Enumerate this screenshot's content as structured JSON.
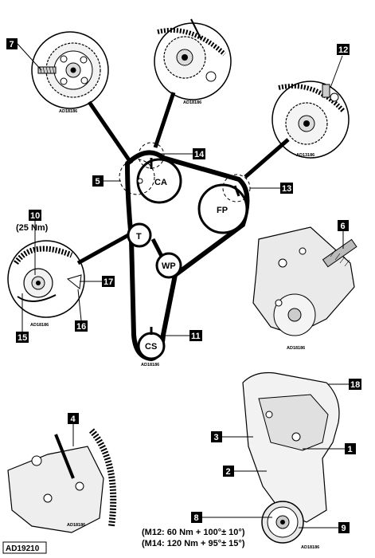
{
  "pulleys": {
    "camshaft": "CA",
    "fuel_pump": "FP",
    "tensioner": "T",
    "water_pump": "WP",
    "crankshaft": "CS"
  },
  "callouts": {
    "c1": "1",
    "c2": "2",
    "c3": "3",
    "c4": "4",
    "c5": "5",
    "c6": "6",
    "c7": "7",
    "c8": "8",
    "c9": "9",
    "c10": "10",
    "c11": "11",
    "c12": "12",
    "c13": "13",
    "c14": "14",
    "c15": "15",
    "c16": "16",
    "c17": "17",
    "c18": "18"
  },
  "torque_tensioner": "(25 Nm)",
  "torque_m12": "(M12: 60 Nm + 100°± 10°)",
  "torque_m14": "(M14: 120 Nm + 95°± 15°)",
  "inset_code": "AD18186",
  "inset_code_fp": "AD13186",
  "figure_id": "AD19210"
}
